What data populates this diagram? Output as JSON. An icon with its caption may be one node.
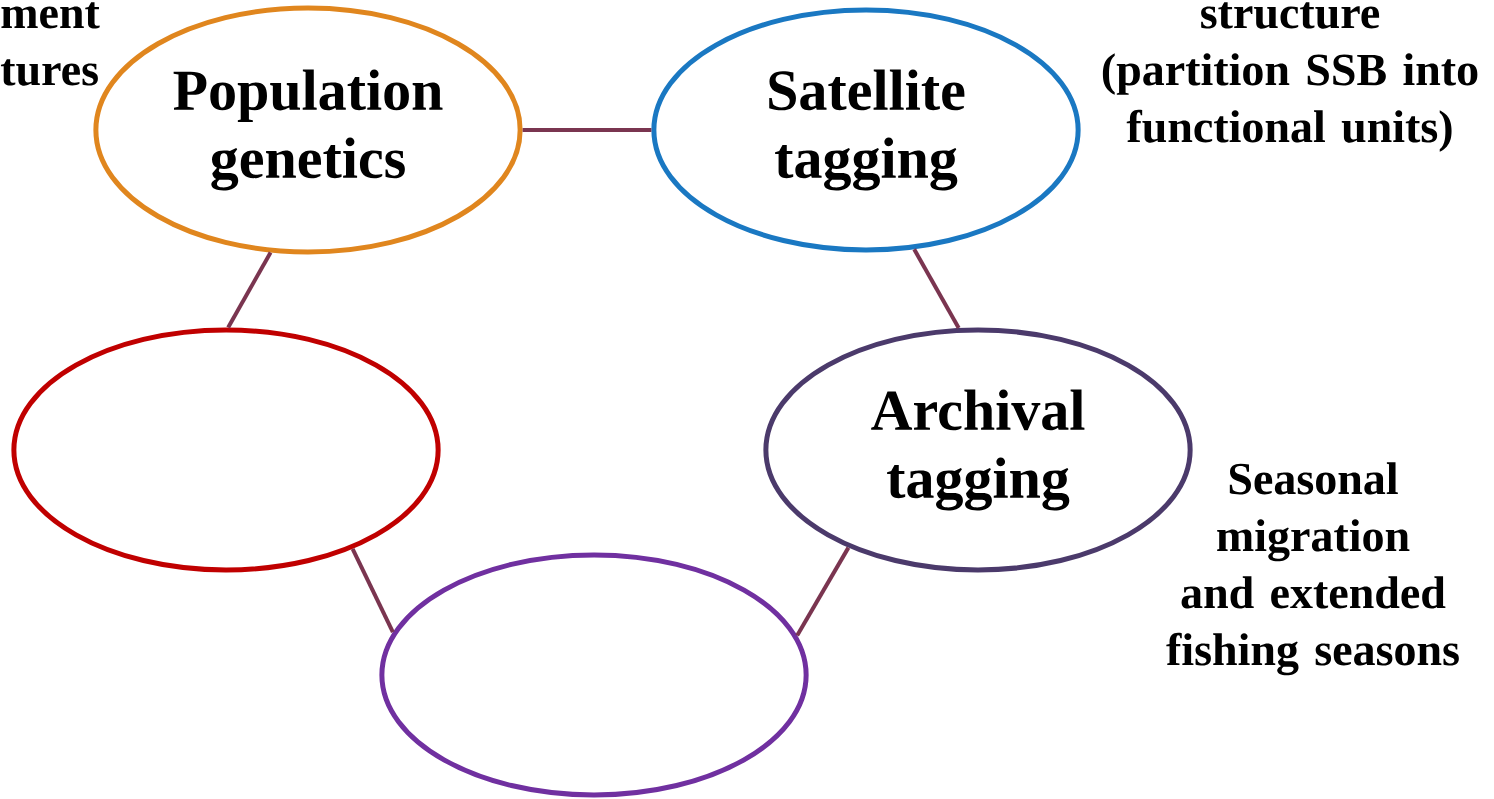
{
  "diagram": {
    "nodes": [
      {
        "text": [
          "Population genetics"
        ],
        "beside": [
          "ment tures"
        ]
      },
      {
        "text": [
          "Satellite tagging"
        ],
        "beside": [
          "structure (partition SSB into functional units)"
        ]
      },
      {
        "text": [],
        "shape": "circle"
      },
      {
        "text": [
          "Archival tagging"
        ],
        "beside": [
          "Seasonal migration and extended fishing seasons"
        ]
      },
      {
        "text": [],
        "shape": "circle"
      }
    ],
    "edges": [
      {
        "from": 0,
        "to": 1,
        "arrow": "none"
      },
      {
        "from": 0,
        "to": 2,
        "arrow": "none"
      },
      {
        "from": 1,
        "to": 3,
        "arrow": "none"
      },
      {
        "from": 2,
        "to": 4,
        "arrow": "none"
      },
      {
        "from": 3,
        "to": 4,
        "arrow": "none"
      }
    ]
  }
}
